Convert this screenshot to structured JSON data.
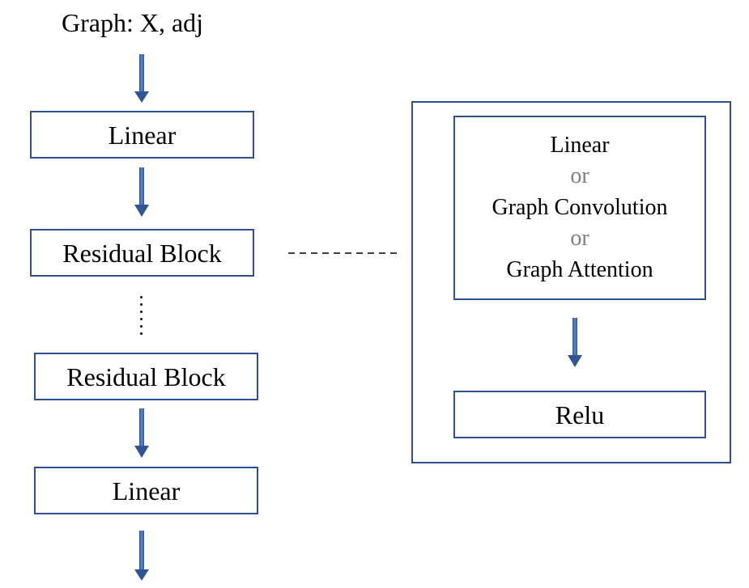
{
  "input_label": "Graph: X, adj",
  "left_column": {
    "linear_top": "Linear",
    "residual_block_1": "Residual Block",
    "residual_block_2": "Residual Block",
    "linear_bottom": "Linear"
  },
  "detail_block": {
    "line1": "Linear",
    "or1": "or",
    "line2": "Graph Convolution",
    "or2": "or",
    "line3": "Graph Attention",
    "activation": "Relu"
  },
  "colors": {
    "border": "#2f4f8f",
    "arrow": "#4472c4",
    "or_text": "#7f7f7f"
  }
}
